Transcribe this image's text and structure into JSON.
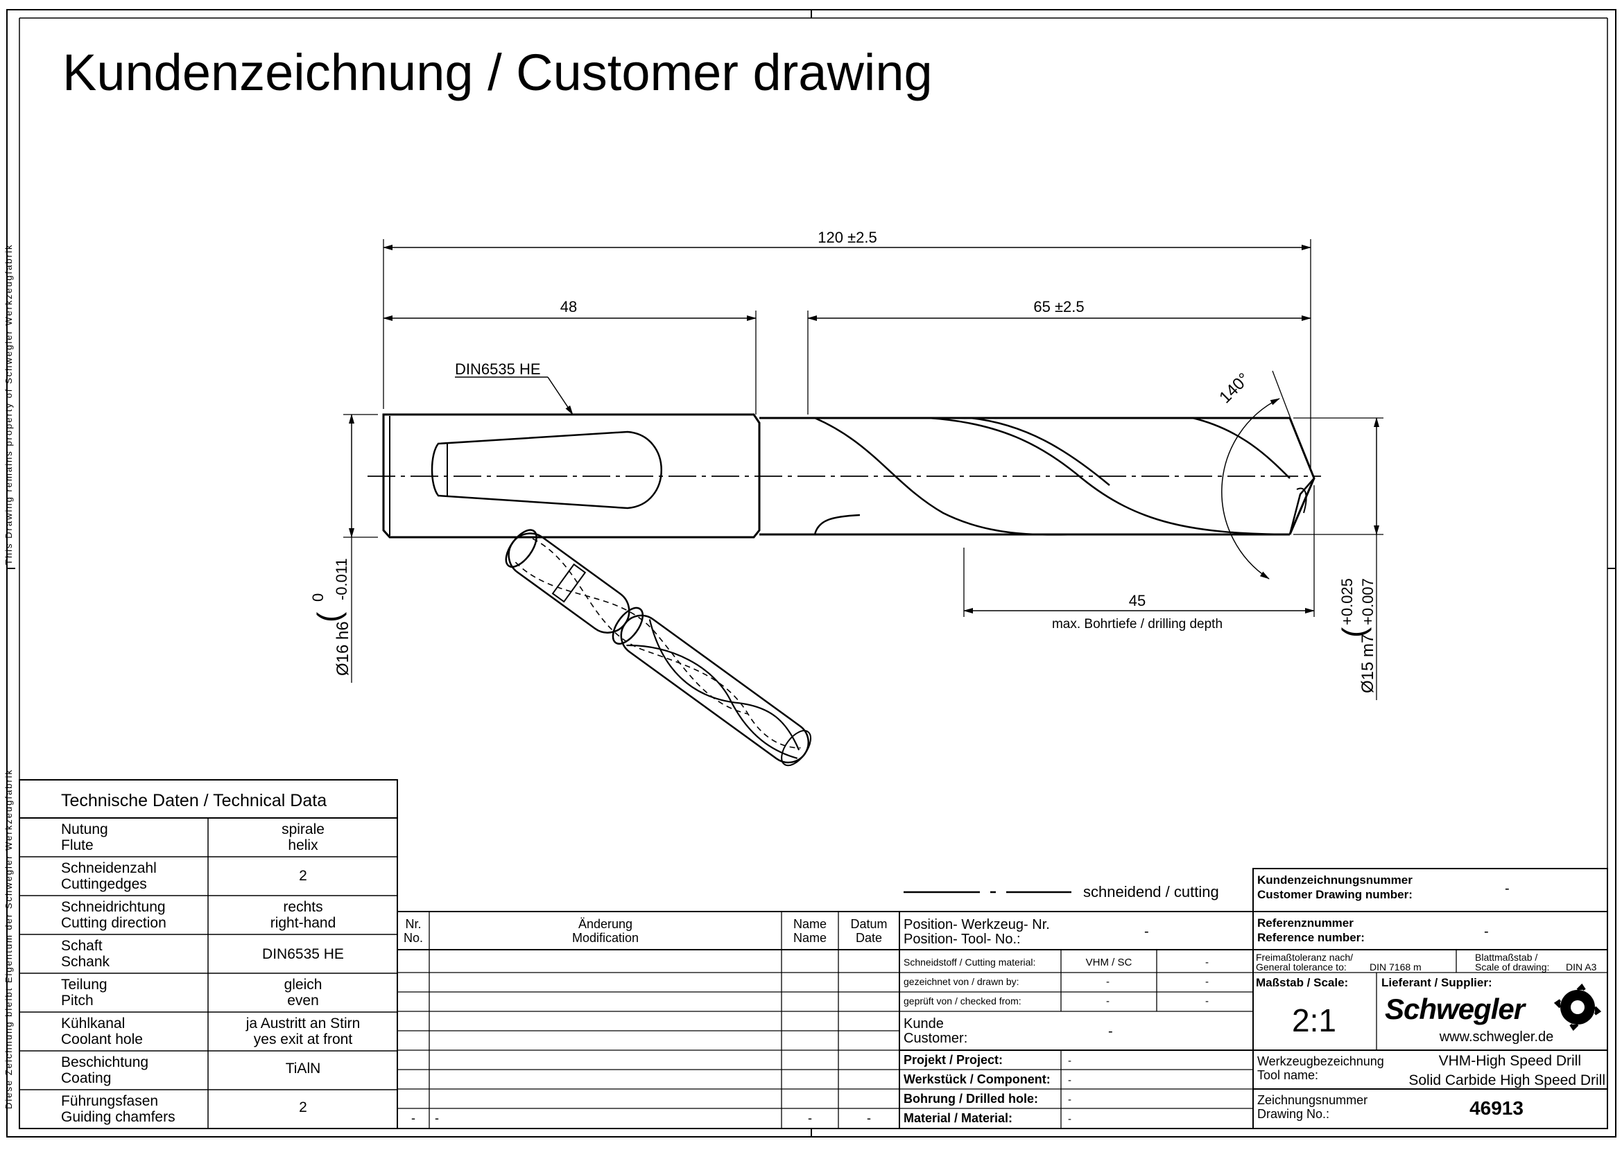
{
  "title": "Kundenzeichnung / Customer drawing",
  "side_note_top": "This Drawing remains property of Schwegler Werkzeugfabrik",
  "side_note_bottom": "Diese Zeichnung bleibt Eigentum der Schwegler Werkzeugfabrik",
  "drawing": {
    "dim_total": "120 ±2.5",
    "dim_shank": "48",
    "dim_cutting": "65 ±2.5",
    "dim_depth": "45",
    "depth_caption": "max. Bohrtiefe / drilling depth",
    "shank_callout": "DIN6535 HE",
    "angle": "140°",
    "dia_shank": "Ø16 h6",
    "tol_shank_upper": "0",
    "tol_shank_lower": "-0.011",
    "dia_drill": "Ø15 m7",
    "tol_drill_upper": "+0.025",
    "tol_drill_lower": "+0.007"
  },
  "legend_cutting": "schneidend / cutting",
  "tech": {
    "header": "Technische Daten / Technical Data",
    "rows": [
      {
        "de": "Nutung",
        "en": "Flute",
        "v1": "spirale",
        "v2": "helix"
      },
      {
        "de": "Schneidenzahl",
        "en": "Cuttingedges",
        "v1": "2",
        "v2": ""
      },
      {
        "de": "Schneidrichtung",
        "en": "Cutting direction",
        "v1": "rechts",
        "v2": "right-hand"
      },
      {
        "de": "Schaft",
        "en": "Schank",
        "v1": "DIN6535 HE",
        "v2": ""
      },
      {
        "de": "Teilung",
        "en": "Pitch",
        "v1": "gleich",
        "v2": "even"
      },
      {
        "de": "Kühlkanal",
        "en": "Coolant hole",
        "v1": "ja Austritt an Stirn",
        "v2": "yes exit at front"
      },
      {
        "de": "Beschichtung",
        "en": "Coating",
        "v1": "TiAlN",
        "v2": ""
      },
      {
        "de": "Führungsfasen",
        "en": "Guiding chamfers",
        "v1": "2",
        "v2": ""
      }
    ]
  },
  "revision": {
    "nr_de": "Nr.",
    "nr_en": "No.",
    "mod_de": "Änderung",
    "mod_en": "Modification",
    "name_de": "Name",
    "name_en": "Name",
    "date_de": "Datum",
    "date_en": "Date",
    "dash": "-"
  },
  "info": {
    "position_de": "Position- Werkzeug- Nr.",
    "position_en": "Position- Tool- No.:",
    "position_value": "-",
    "material_label": "Schneidstoff / Cutting material:",
    "material_value": "VHM / SC",
    "drawn_label": "gezeichnet von / drawn by:",
    "checked_label": "geprüft von / checked from:",
    "customer_de": "Kunde",
    "customer_en": "Customer:",
    "customer_value": "-",
    "project_label": "Projekt / Project:",
    "component_label": "Werkstück / Component:",
    "hole_label": "Bohrung / Drilled hole:",
    "mat_label": "Material / Material:",
    "dash": "-"
  },
  "titleblock": {
    "cust_no_de": "Kundenzeichnungsnummer",
    "cust_no_en": "Customer Drawing number:",
    "cust_no_value": "-",
    "ref_de": "Referenznummer",
    "ref_en": "Reference number:",
    "ref_value": "-",
    "tol_de": "Freimaßtoleranz nach/",
    "tol_en": "General tolerance to:",
    "tol_value": "DIN 7168 m",
    "sheet_de": "Blattmaßstab /",
    "sheet_en": "Scale of drawing:",
    "sheet_value": "DIN A3",
    "scale_label": "Maßstab / Scale:",
    "scale_value": "2:1",
    "supplier_label": "Lieferant / Supplier:",
    "logo": "Schwegler",
    "website": "www.schwegler.de",
    "tool_de": "Werkzeugbezeichnung",
    "tool_en": "Tool name:",
    "tool_value1": "VHM-High Speed Drill",
    "tool_value2": "Solid Carbide High Speed Drill",
    "dwg_de": "Zeichnungsnummer",
    "dwg_en": "Drawing No.:",
    "dwg_value": "46913"
  }
}
